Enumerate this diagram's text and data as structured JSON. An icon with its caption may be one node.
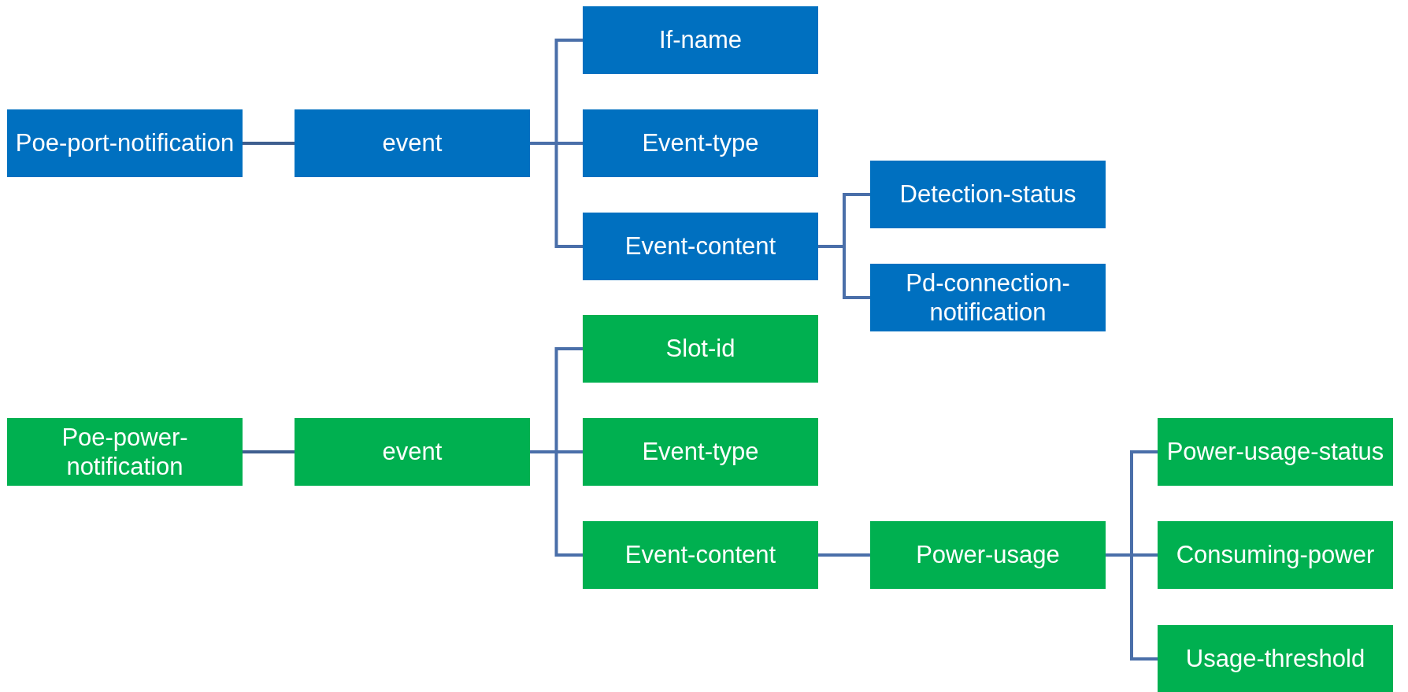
{
  "diagram": {
    "nodes": [
      {
        "text": [
          "Poe-port-notification"
        ]
      },
      {
        "text": [
          "event"
        ]
      },
      {
        "text": [
          "If-name"
        ]
      },
      {
        "text": [
          "Event-type"
        ]
      },
      {
        "text": [
          "Event-content"
        ]
      },
      {
        "text": [
          "Detection-status"
        ]
      },
      {
        "text": [
          "Pd-connection-notification"
        ]
      },
      {
        "text": [
          "Slot-id"
        ]
      },
      {
        "text": [
          "Poe-power-notification"
        ]
      },
      {
        "text": [
          "event"
        ]
      },
      {
        "text": [
          "Event-type"
        ]
      },
      {
        "text": [
          "Event-content"
        ]
      },
      {
        "text": [
          "Power-usage"
        ]
      },
      {
        "text": [
          "Power-usage-status"
        ]
      },
      {
        "text": [
          "Consuming-power"
        ]
      },
      {
        "text": [
          "Usage-threshold"
        ]
      }
    ],
    "edges": [
      {
        "from": 0,
        "to": 1,
        "arrow": "none",
        "color": "#3f5f8f"
      },
      {
        "from": 1,
        "to": 2,
        "arrow": "none"
      },
      {
        "from": 1,
        "to": 3,
        "arrow": "none"
      },
      {
        "from": 1,
        "to": 4,
        "arrow": "none"
      },
      {
        "from": 4,
        "to": 5,
        "arrow": "none"
      },
      {
        "from": 4,
        "to": 6,
        "arrow": "none"
      },
      {
        "from": 8,
        "to": 9,
        "arrow": "none",
        "color": "#3f5f8f"
      },
      {
        "from": 9,
        "to": 7,
        "arrow": "none"
      },
      {
        "from": 9,
        "to": 10,
        "arrow": "none"
      },
      {
        "from": 9,
        "to": 11,
        "arrow": "none"
      },
      {
        "from": 11,
        "to": 12,
        "arrow": "none"
      },
      {
        "from": 12,
        "to": 13,
        "arrow": "none"
      },
      {
        "from": 12,
        "to": 14,
        "arrow": "none"
      },
      {
        "from": 12,
        "to": 15,
        "arrow": "none"
      }
    ]
  }
}
